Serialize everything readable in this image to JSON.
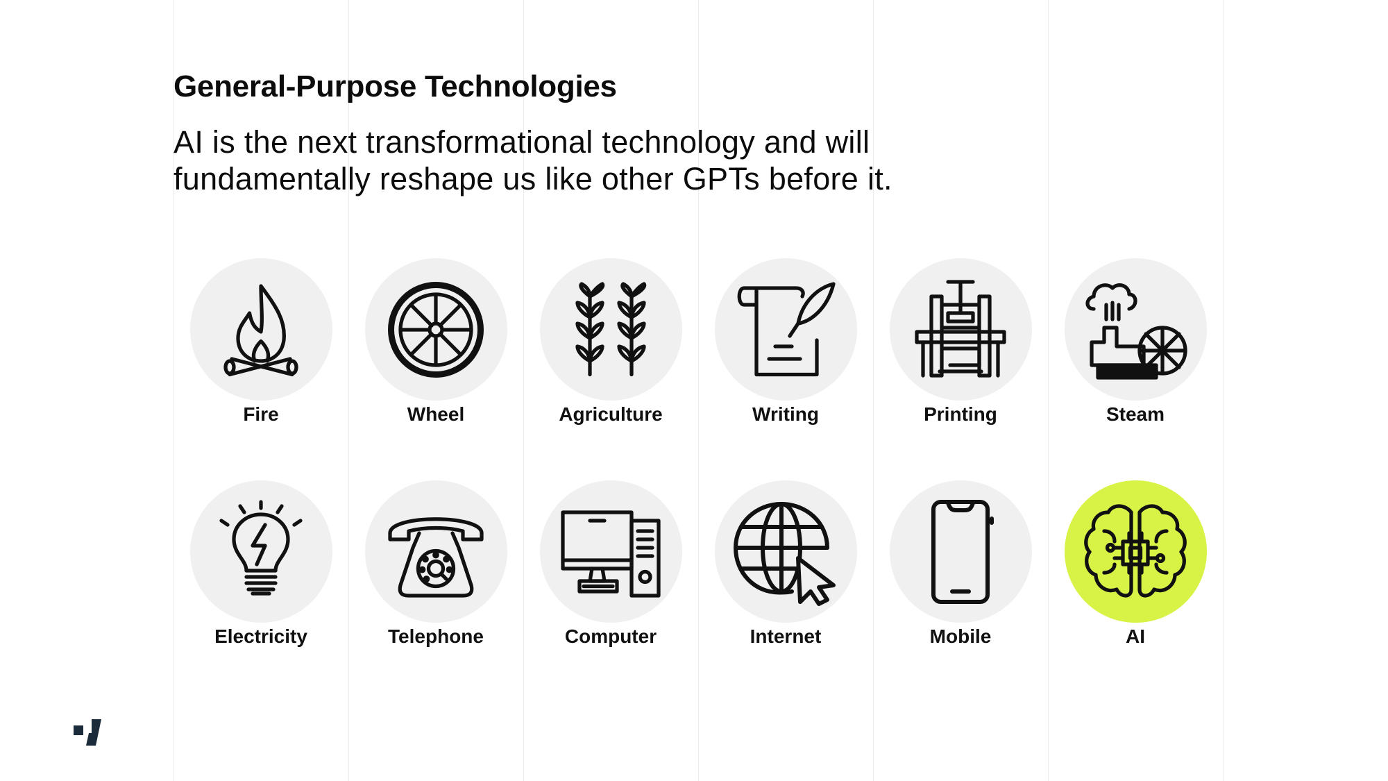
{
  "title": "General-Purpose Technologies",
  "subtitle": "AI is the next transformational technology and will fundamentally reshape us like other GPTs before it.",
  "technologies": [
    {
      "label": "Fire",
      "icon": "fire-icon"
    },
    {
      "label": "Wheel",
      "icon": "wheel-icon"
    },
    {
      "label": "Agriculture",
      "icon": "wheat-icon"
    },
    {
      "label": "Writing",
      "icon": "scroll-quill-icon"
    },
    {
      "label": "Printing",
      "icon": "printing-press-icon"
    },
    {
      "label": "Steam",
      "icon": "steam-engine-icon"
    },
    {
      "label": "Electricity",
      "icon": "lightbulb-icon"
    },
    {
      "label": "Telephone",
      "icon": "rotary-phone-icon"
    },
    {
      "label": "Computer",
      "icon": "desktop-computer-icon"
    },
    {
      "label": "Internet",
      "icon": "globe-cursor-icon"
    },
    {
      "label": "Mobile",
      "icon": "smartphone-icon"
    },
    {
      "label": "AI",
      "icon": "brain-chip-icon"
    }
  ],
  "colors": {
    "circle": "#f0f0f0",
    "highlight": "#d8f346",
    "text": "#0c0c0c",
    "grid": "#ececec",
    "logo": "#1c2b3a"
  }
}
